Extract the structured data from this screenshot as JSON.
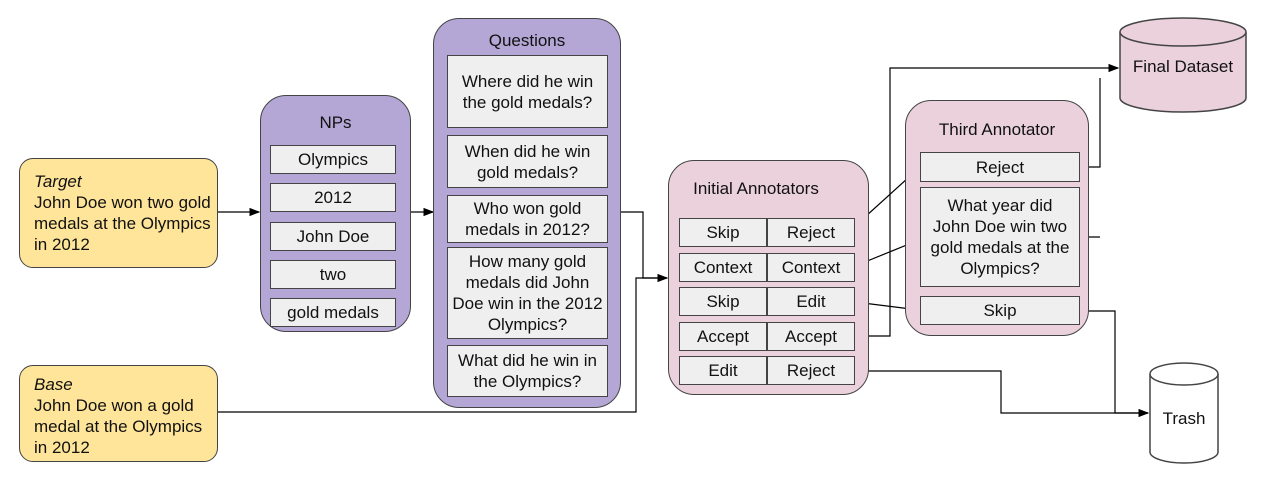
{
  "target": {
    "label": "Target",
    "text": "John Doe won two gold medals at the Olympics in 2012"
  },
  "base": {
    "label": "Base",
    "text": "John Doe won a gold medal at the Olympics in 2012"
  },
  "nps": {
    "title": "NPs",
    "items": [
      "Olympics",
      "2012",
      "John Doe",
      "two",
      "gold medals"
    ]
  },
  "questions": {
    "title": "Questions",
    "items": [
      "Where did he win the gold medals?",
      "When did he win gold medals?",
      "Who won gold medals in 2012?",
      "How many gold medals did John Doe win in the 2012 Olympics?",
      "What did he win in the Olympics?"
    ]
  },
  "initial": {
    "title": "Initial Annotators",
    "rows": [
      [
        "Skip",
        "Reject"
      ],
      [
        "Context",
        "Context"
      ],
      [
        "Skip",
        "Edit"
      ],
      [
        "Accept",
        "Accept"
      ],
      [
        "Edit",
        "Reject"
      ]
    ]
  },
  "third": {
    "title": "Third Annotator",
    "reject": "Reject",
    "question": "What year did John Doe win two gold medals at the Olympics?",
    "skip": "Skip"
  },
  "final_dataset": "Final Dataset",
  "trash": "Trash",
  "colors": {
    "input": "#ffe599",
    "purple": "#b4a7d6",
    "pink": "#ead1dc",
    "cell": "#efefef"
  }
}
